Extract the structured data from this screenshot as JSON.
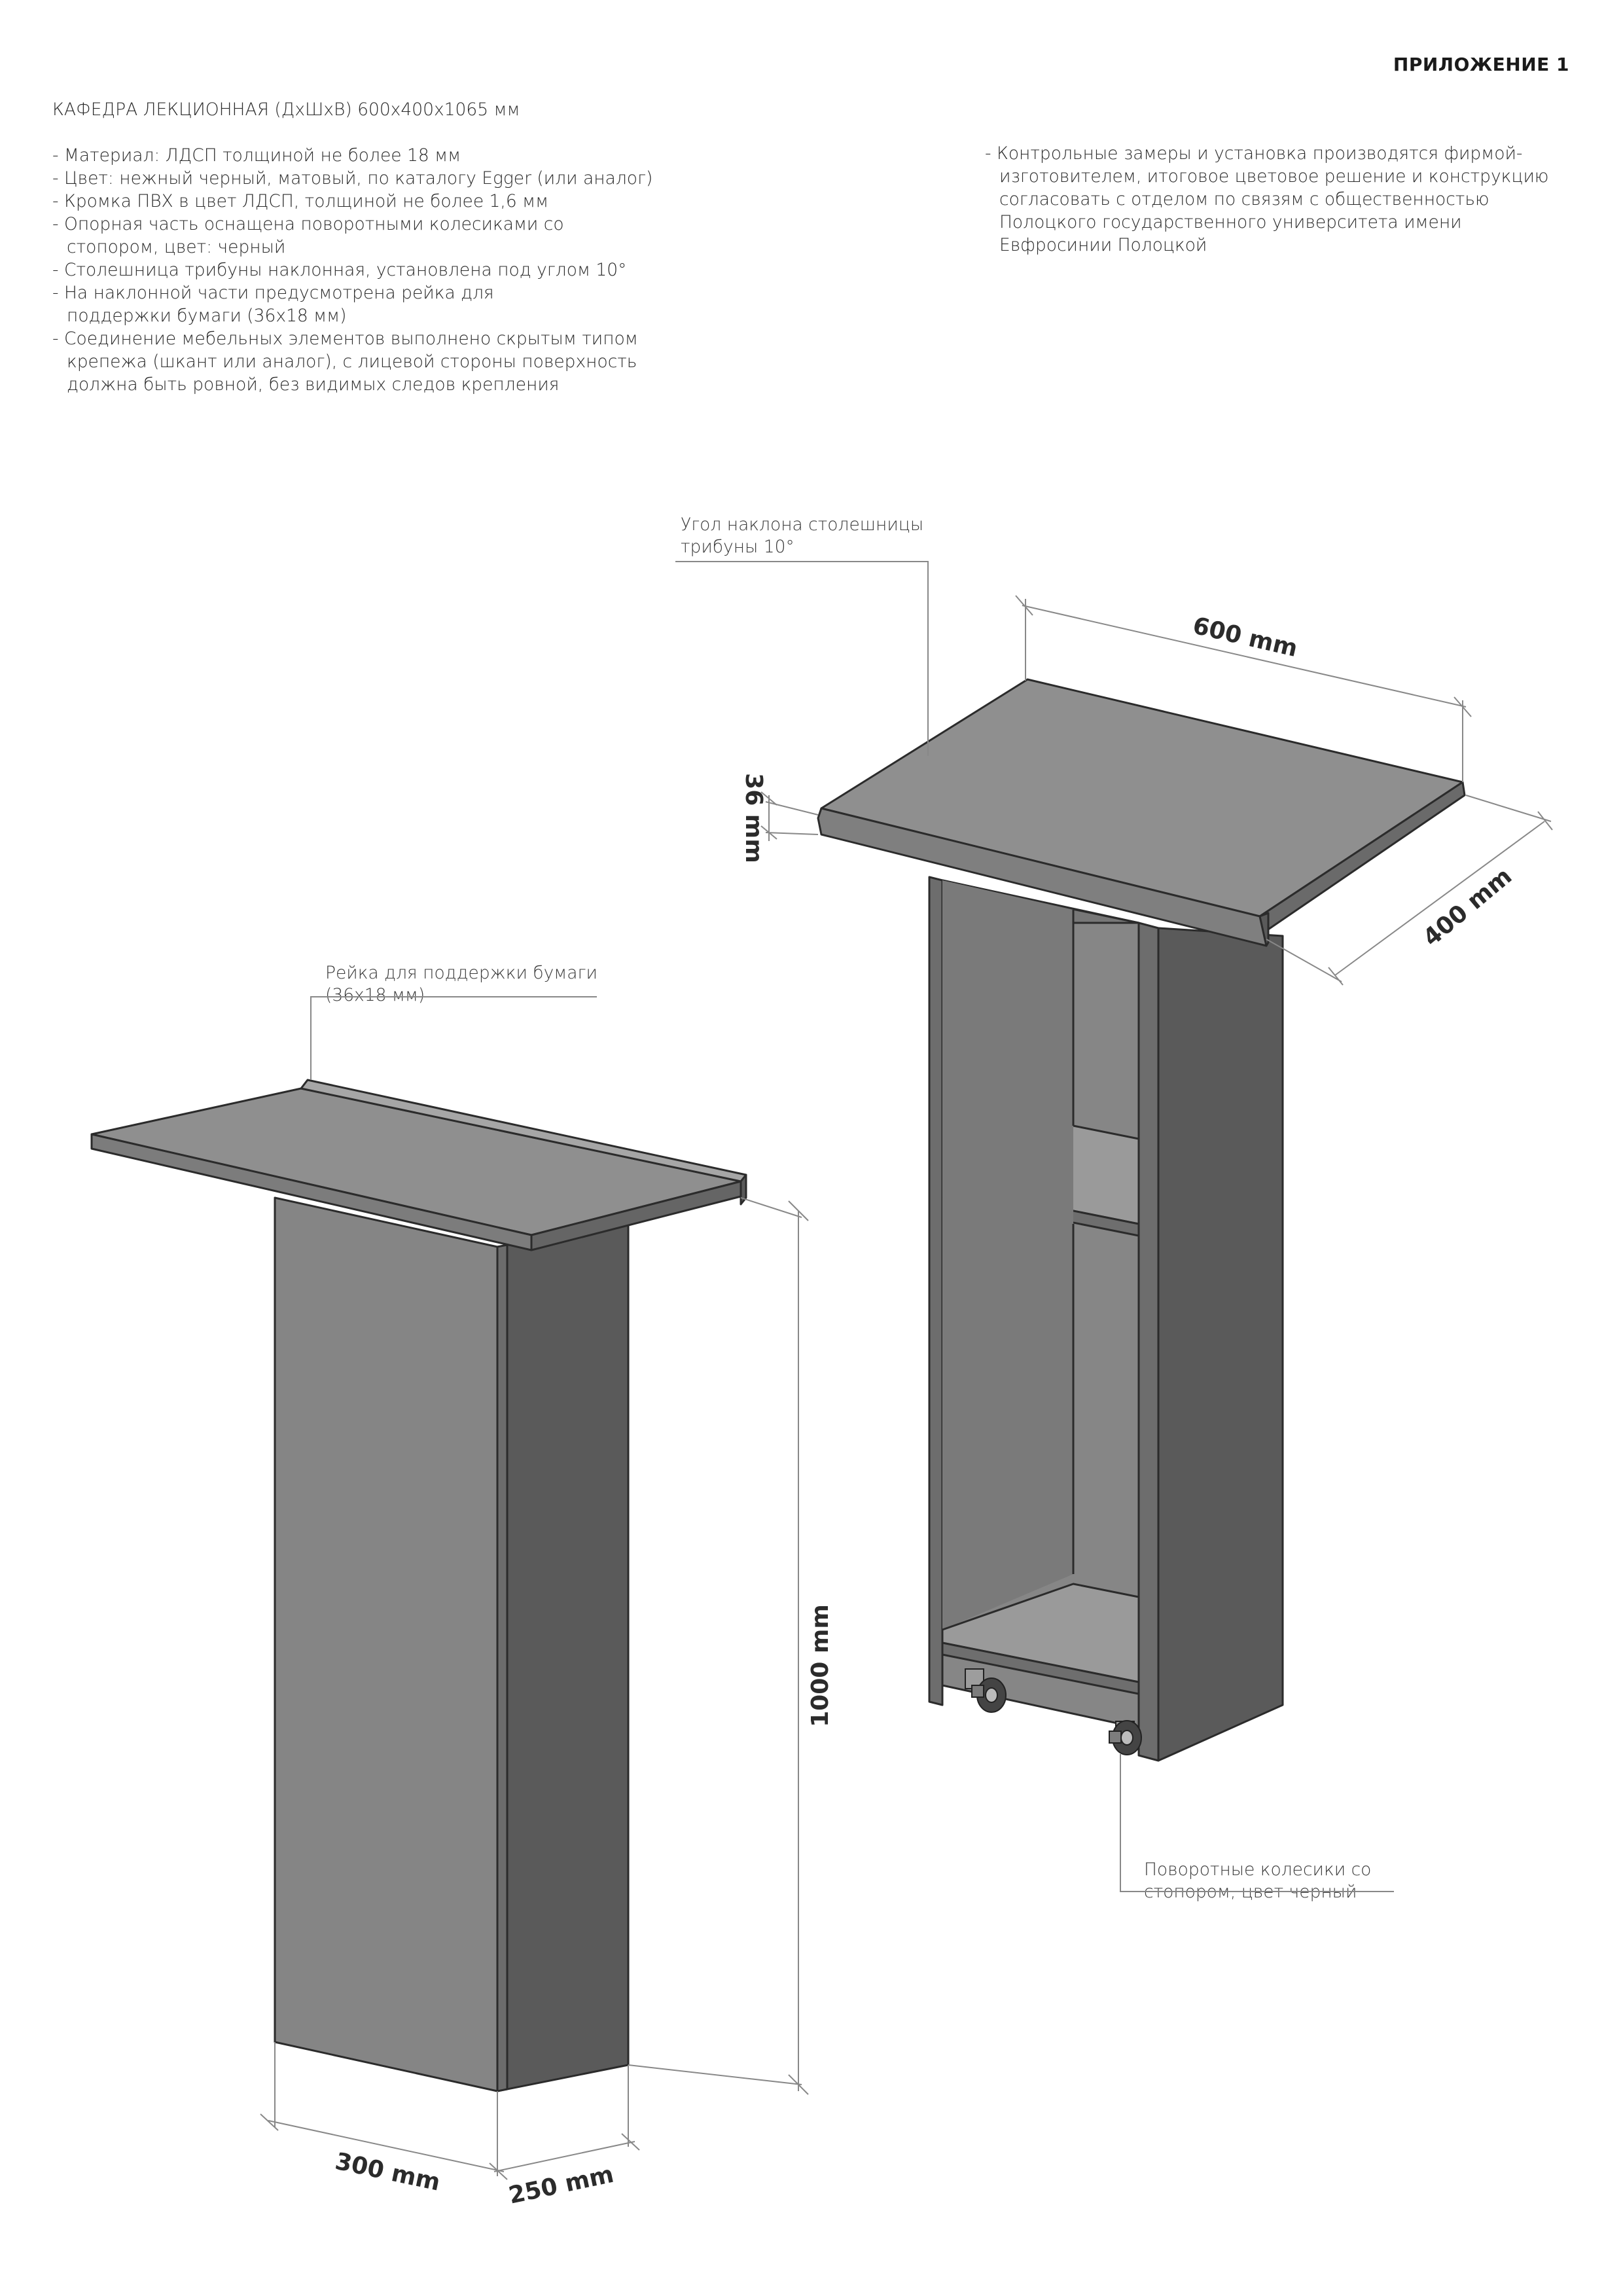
{
  "header": {
    "appendix_label": "ПРИЛОЖЕНИЕ 1"
  },
  "spec": {
    "title": "КАФЕДРА ЛЕКЦИОННАЯ (ДхШхВ) 600х400х1065 мм",
    "items": [
      "- Материал: ЛДСП толщиной не более 18 мм",
      "- Цвет: нежный черный, матовый, по каталогу Egger (или аналог)",
      "- Кромка ПВХ в цвет ЛДСП, толщиной не более 1,6 мм",
      "- Опорная часть оснащена поворотными колесиками со стопором, цвет: черный",
      "- Столешница трибуны наклонная, установлена под углом 10°",
      "- На наклонной части предусмотрена рейка для поддержки бумаги (36х18 мм)",
      "- Соединение мебельных элементов выполнено скрытым типом крепежа (шкант или аналог), с лицевой стороны поверхность должна быть ровной, без видимых следов крепления"
    ]
  },
  "notes": {
    "items": [
      "- Контрольные замеры и установка производятся фирмой-изготовителем, итоговое цветовое решение и конструкцию согласовать с отделом по связям с общественностью Полоцкого государственного университета имени Евфросинии Полоцкой"
    ]
  },
  "callouts": {
    "rail_label": "Рейка для поддержки бумаги (36х18 мм)",
    "tilt_label": "Угол наклона столешницы трибуны 10°",
    "wheels_label": "Поворотные колесики со стопором, цвет черный"
  },
  "dimensions": {
    "height": "1000 mm",
    "width_front": "300 mm",
    "depth_front": "250 mm",
    "top_width": "600 mm",
    "top_depth": "400 mm",
    "rail_height": "36 mm"
  },
  "colors": {
    "side_dark": "#5a5a5a",
    "face_mid": "#858585",
    "top_grey": "#8f8f8f",
    "edge_light": "#a6a6a6",
    "outline": "#2b2b2b"
  }
}
